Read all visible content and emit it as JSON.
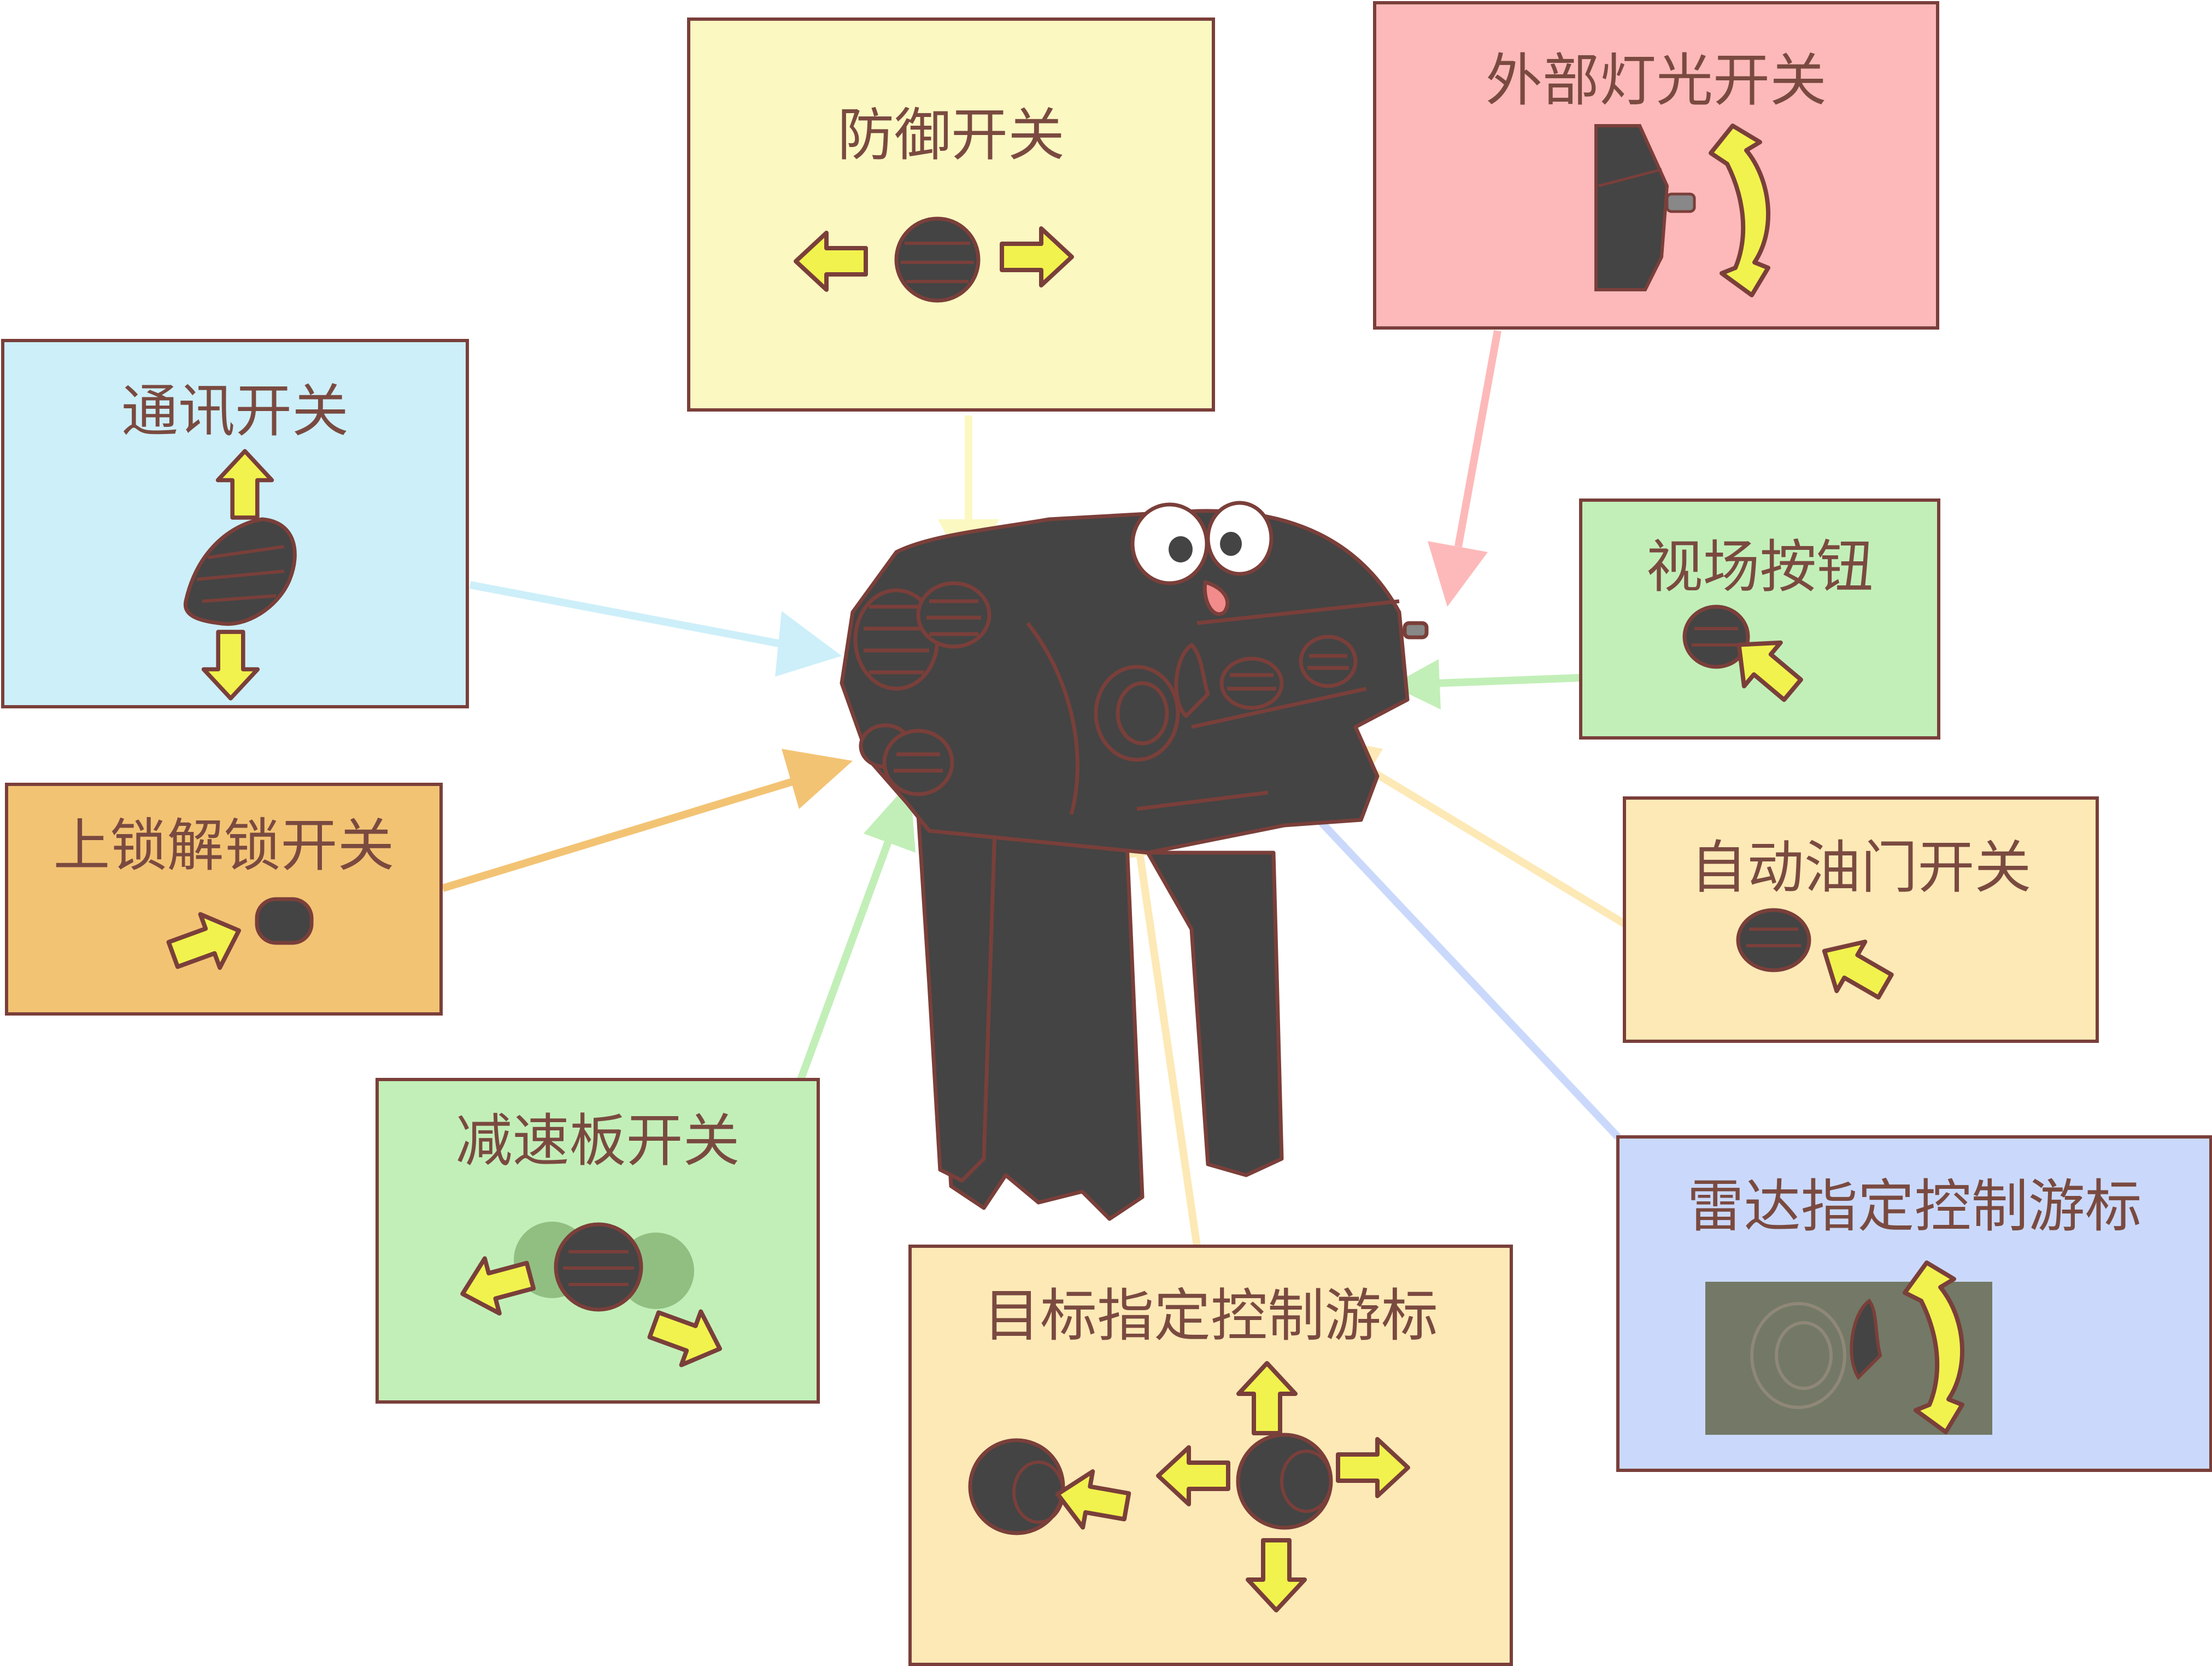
{
  "colors": {
    "outline": "#7a3f3a",
    "body_fill": "#444444",
    "arrow_yellow": "#f1f24d",
    "face_pink": "#f28b8b"
  },
  "panels": [
    {
      "id": "comm",
      "label": "通讯开关",
      "fill": "#cdeff9",
      "leader": "#cdeff9"
    },
    {
      "id": "defense",
      "label": "防御开关",
      "fill": "#fbf8c2",
      "leader": "#fbf8c2"
    },
    {
      "id": "ext-light",
      "label": "外部灯光开关",
      "fill": "#fdb9b9",
      "leader": "#fdb9b9"
    },
    {
      "id": "fov",
      "label": "视场按钮",
      "fill": "#c2efb8",
      "leader": "#c2efb8"
    },
    {
      "id": "lock",
      "label": "上锁解锁开关",
      "fill": "#f3c374",
      "leader": "#f3c374"
    },
    {
      "id": "auto-throttle",
      "label": "自动油门开关",
      "fill": "#fde9b6",
      "leader": "#fde9b6"
    },
    {
      "id": "speedbrake",
      "label": "减速板开关",
      "fill": "#c2efb8",
      "leader": "#c2efb8"
    },
    {
      "id": "tdc",
      "label": "目标指定控制游标",
      "fill": "#fde9b6",
      "leader": "#fde9b6"
    },
    {
      "id": "radar",
      "label": "雷达指定控制游标",
      "fill": "#cad9fb",
      "leader": "#cad9fb"
    }
  ]
}
